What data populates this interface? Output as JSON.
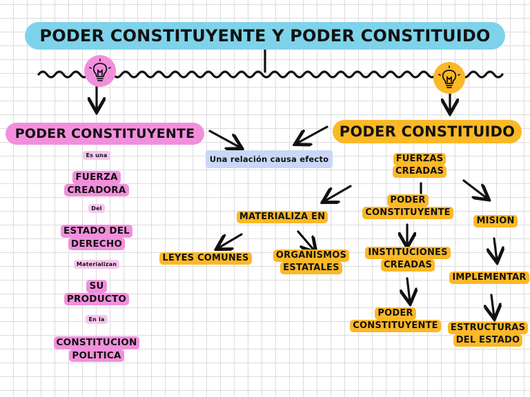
{
  "title": "PODER CONSTITUYENTE Y PODER CONSTITUIDO",
  "center": "Una relación causa efecto",
  "left": {
    "header": "PODER CONSTITUYENTE",
    "c1": "Es una",
    "n1": [
      "FUERZA",
      "CREADORA"
    ],
    "c2": "Del",
    "n2": [
      "ESTADO DEL",
      "DERECHO"
    ],
    "c3": "Materializan",
    "n3": [
      "SU",
      "PRODUCTO"
    ],
    "c4": "En la",
    "n4": [
      "CONSTITUCION",
      "POLITICA"
    ]
  },
  "right": {
    "header": "PODER CONSTITUIDO",
    "fuerzas": [
      "FUERZAS",
      "CREADAS"
    ],
    "materializa": "MATERIALIZA EN",
    "leyes": "LEYES COMUNES",
    "organismos": [
      "ORGANISMOS",
      "ESTATALES"
    ],
    "pc1": [
      "PODER",
      "CONSTITUYENTE"
    ],
    "instituciones": [
      "INSTITUCIONES",
      "CREADAS"
    ],
    "pc2": [
      "PODER",
      "CONSTITUYENTE"
    ],
    "mision": "MISION",
    "implementar": "IMPLEMENTAR",
    "estructuras": [
      "ESTRUCTURAS",
      "DEL ESTADO"
    ]
  },
  "colors": {
    "title_bg": "#7ed3ea",
    "pink": "#f28fdc",
    "pink_light": "#f7c6ee",
    "orange": "#fbb827",
    "light_blue": "#c9d8f6",
    "ink": "#111111"
  },
  "icons": [
    "lightbulb-icon",
    "lightbulb-icon"
  ]
}
